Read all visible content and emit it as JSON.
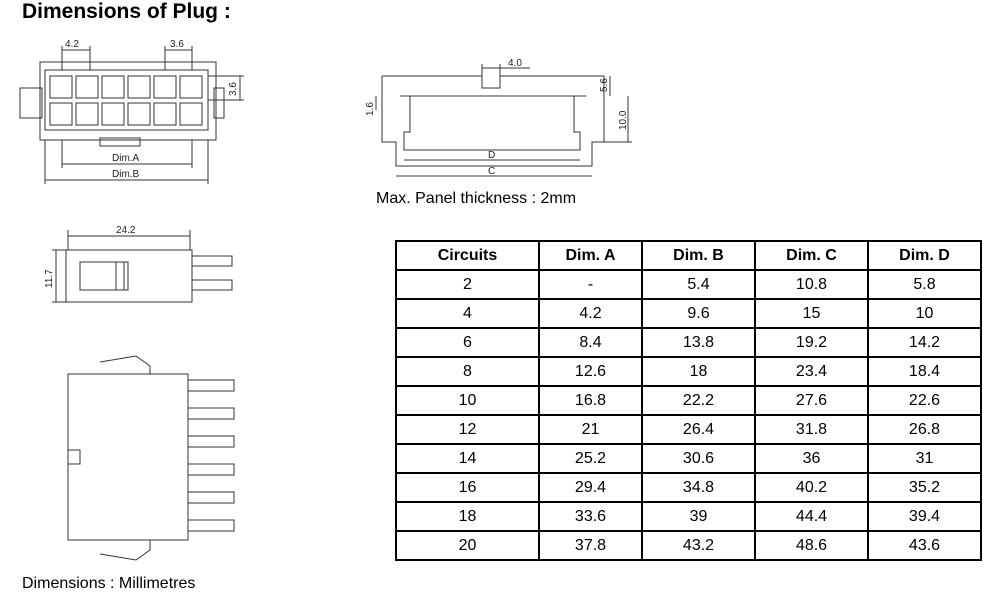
{
  "title": "Dimensions of Plug :",
  "panel_note": "Max. Panel thickness : 2mm",
  "footer": "Dimensions : Millimetres",
  "drawing_labels": {
    "front_pitch_a": "4.2",
    "front_pitch_b": "3.6",
    "front_height": "3.6",
    "dim_a": "Dim.A",
    "dim_b": "Dim.B",
    "cutout_width": "4.0",
    "cutout_step": "5.6",
    "cutout_height": "10.0",
    "cutout_left": "1.6",
    "cutout_d": "D",
    "cutout_c": "C",
    "side_length": "24.2",
    "side_height": "11.7"
  },
  "table": {
    "headers": [
      "Circuits",
      "Dim. A",
      "Dim. B",
      "Dim. C",
      "Dim. D"
    ],
    "rows": [
      [
        "2",
        "-",
        "5.4",
        "10.8",
        "5.8"
      ],
      [
        "4",
        "4.2",
        "9.6",
        "15",
        "10"
      ],
      [
        "6",
        "8.4",
        "13.8",
        "19.2",
        "14.2"
      ],
      [
        "8",
        "12.6",
        "18",
        "23.4",
        "18.4"
      ],
      [
        "10",
        "16.8",
        "22.2",
        "27.6",
        "22.6"
      ],
      [
        "12",
        "21",
        "26.4",
        "31.8",
        "26.8"
      ],
      [
        "14",
        "25.2",
        "30.6",
        "36",
        "31"
      ],
      [
        "16",
        "29.4",
        "34.8",
        "40.2",
        "35.2"
      ],
      [
        "18",
        "33.6",
        "39",
        "44.4",
        "39.4"
      ],
      [
        "20",
        "37.8",
        "43.2",
        "48.6",
        "43.6"
      ]
    ]
  }
}
